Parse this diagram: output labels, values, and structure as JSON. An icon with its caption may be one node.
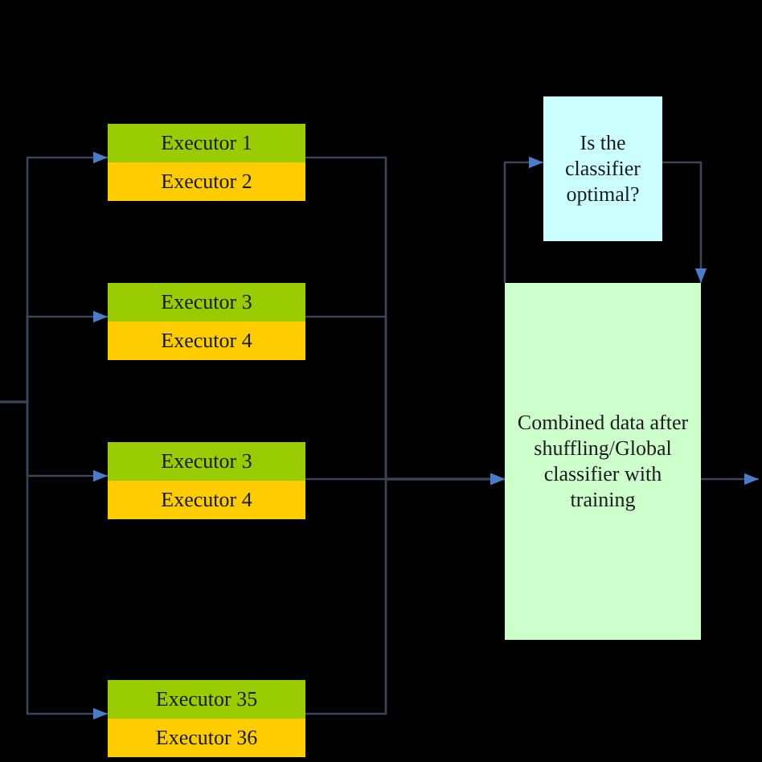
{
  "diagram": {
    "nodes": [
      {
        "text": [
          "Executor 1"
        ]
      },
      {
        "text": [
          "Executor 2"
        ]
      },
      {
        "text": [
          "Executor 3"
        ]
      },
      {
        "text": [
          "Executor 4"
        ]
      },
      {
        "text": [
          "Executor 3"
        ]
      },
      {
        "text": [
          "Executor 4"
        ]
      },
      {
        "text": [
          "Executor 35"
        ]
      },
      {
        "text": [
          "Executor 36"
        ]
      },
      {
        "text": [
          "Is the classifier optimal?"
        ]
      },
      {
        "text": [
          "Combined data after shuffling/Global classifier with training"
        ]
      }
    ],
    "edges": [
      {
        "from": null,
        "to": 0,
        "arrow": "to"
      },
      {
        "from": null,
        "to": 2,
        "arrow": "to"
      },
      {
        "from": null,
        "to": 4,
        "arrow": "to"
      },
      {
        "from": null,
        "to": 6,
        "arrow": "to"
      },
      {
        "from": 0,
        "to": 9,
        "arrow": "to"
      },
      {
        "from": 2,
        "to": 9,
        "arrow": "to"
      },
      {
        "from": 4,
        "to": 9,
        "arrow": "to"
      },
      {
        "from": 6,
        "to": 9,
        "arrow": "to"
      },
      {
        "from": 9,
        "to": 8,
        "arrow": "to"
      },
      {
        "from": 8,
        "to": 9,
        "arrow": "to"
      },
      {
        "from": 9,
        "to": null,
        "arrow": "to"
      }
    ]
  }
}
